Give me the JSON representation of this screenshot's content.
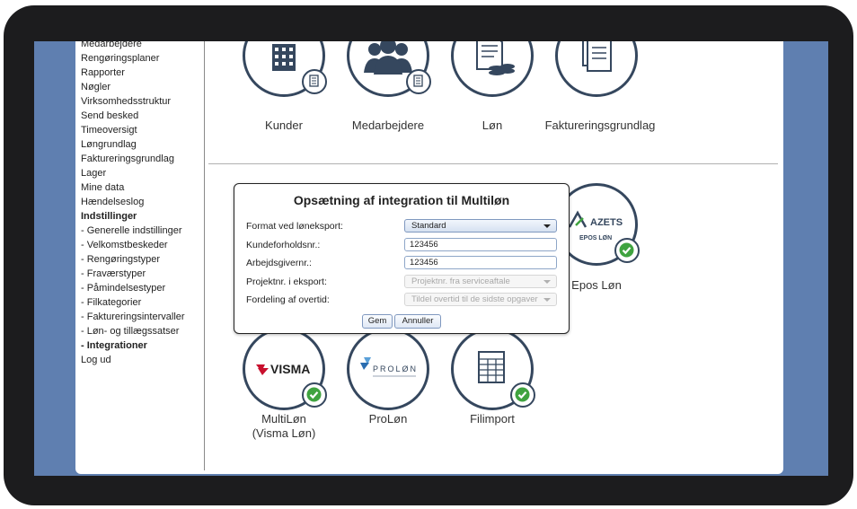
{
  "sidebar": {
    "items": [
      {
        "label": "Medarbejdere",
        "bold": false
      },
      {
        "label": "Rengøringsplaner",
        "bold": false
      },
      {
        "label": "Rapporter",
        "bold": false
      },
      {
        "label": "Nøgler",
        "bold": false
      },
      {
        "label": "Virksomhedsstruktur",
        "bold": false
      },
      {
        "label": "Send besked",
        "bold": false
      },
      {
        "label": "Timeoversigt",
        "bold": false
      },
      {
        "label": "Løngrundlag",
        "bold": false
      },
      {
        "label": "Faktureringsgrundlag",
        "bold": false
      },
      {
        "label": "Lager",
        "bold": false
      },
      {
        "label": "Mine data",
        "bold": false
      },
      {
        "label": "Hændelseslog",
        "bold": false
      },
      {
        "label": "Indstillinger",
        "bold": true
      },
      {
        "label": " - Generelle indstillinger",
        "bold": false
      },
      {
        "label": " - Velkomstbeskeder",
        "bold": false
      },
      {
        "label": " - Rengøringstyper",
        "bold": false
      },
      {
        "label": " - Fraværstyper",
        "bold": false
      },
      {
        "label": " - Påmindelsestyper",
        "bold": false
      },
      {
        "label": " - Filkategorier",
        "bold": false
      },
      {
        "label": " - Faktureringsintervaller",
        "bold": false
      },
      {
        "label": " - Løn- og tillægssatser",
        "bold": false
      },
      {
        "label": " - Integrationer",
        "bold": true
      },
      {
        "label": "Log ud",
        "bold": false
      }
    ]
  },
  "tiles_top": {
    "kunder": "Kunder",
    "medarbejdere": "Medarbejdere",
    "lon": "Løn",
    "faktureringsgrundlag": "Faktureringsgrundlag"
  },
  "tiles_integrations": {
    "epos": {
      "label": "Epos Løn",
      "logo_main": "AZETS",
      "logo_sub": "EPOS LØN"
    },
    "multilon": {
      "label_line1": "MultiLøn",
      "label_line2": "(Visma Løn)",
      "logo_text": "VISMA"
    },
    "prolon": {
      "label": "ProLøn",
      "logo_text": "PROLØN"
    },
    "filimport": {
      "label": "Filimport"
    }
  },
  "modal": {
    "title": "Opsætning af integration til Multiløn",
    "rows": [
      {
        "label": "Format ved løneksport:",
        "value": "Standard"
      },
      {
        "label": "Kundeforholdsnr.:",
        "value": "123456"
      },
      {
        "label": "Arbejdsgivernr.:",
        "value": "123456"
      },
      {
        "label": "Projektnr. i eksport:",
        "value": "Projektnr. fra serviceaftale"
      },
      {
        "label": "Fordeling af overtid:",
        "value": "Tildel overtid til de sidste opgaver"
      }
    ],
    "save_label": "Gem",
    "cancel_label": "Annuller"
  },
  "colors": {
    "accent": "#35475e",
    "check_green": "#3fa33f",
    "visma_red": "#c8102e",
    "background_blue": "#5f7fb0"
  }
}
